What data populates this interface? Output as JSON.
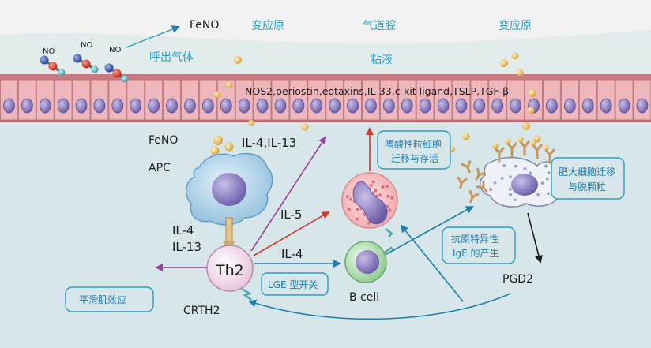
{
  "labels": {
    "feno_top": "FeNO",
    "exhaled_gas": "呼出气体",
    "no_molecule": "NO",
    "allergen_left": "变应原",
    "airway_lumen": "气道腔",
    "allergen_right": "变应原",
    "mucus": "粘液",
    "epithelial_mediators": "NOS2,periostin,eotaxins,IL-33,c-kit ligand,TSLP,TGF-β",
    "feno_left": "FeNO",
    "apc": "APC",
    "il4_il13_top": "IL-4,IL-13",
    "il4_left": "IL-4",
    "il13_left": "IL-13",
    "il5": "IL-5",
    "il4_mid": "IL-4",
    "th2": "Th2",
    "crth2": "CRTH2",
    "b_cell": "B cell",
    "pgd2": "PGD2"
  },
  "boxes": {
    "eosinophil_migration": [
      "嗜酸性粒细胞",
      "迁移与存活"
    ],
    "mast_cell_migration": [
      "肥大细胞迁移",
      "与脱颗粒"
    ],
    "antigen_specific_ige": [
      "抗原特异性",
      "IgE 的产生"
    ],
    "ige_switch": "LGE 型开关",
    "smooth_muscle": "平滑肌效应"
  },
  "colors": {
    "background": "#d7e6e8",
    "lumen": "#f2f2f2",
    "epithelium": "#e6a3a8",
    "nucleus": "#8d7fb8",
    "teal_text": "#2a9fc4",
    "purple_arrow": "#9a3f9a",
    "red_arrow": "#d23a2a",
    "blue_arrow": "#1f7fb0",
    "black_arrow": "#1a1a1a"
  }
}
